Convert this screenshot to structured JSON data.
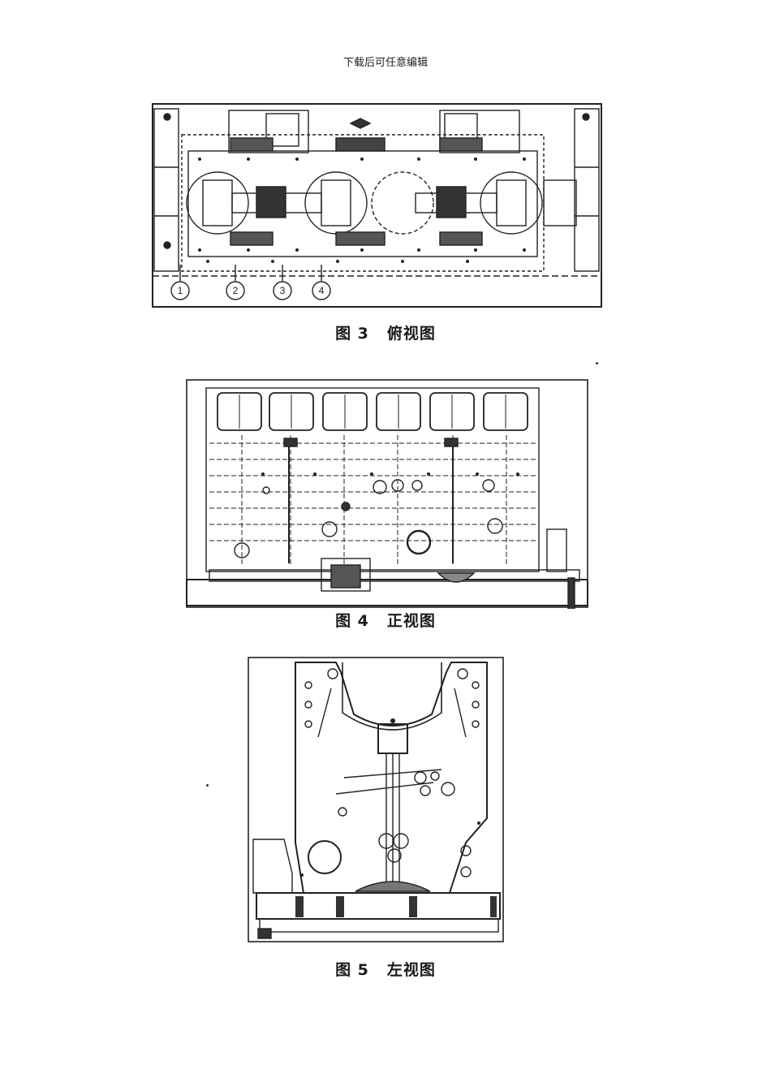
{
  "header": {
    "text": "下载后可任意编辑"
  },
  "figures": [
    {
      "number": "图 3",
      "title": "俯视图",
      "callouts": [
        "1",
        "2",
        "3",
        "4"
      ]
    },
    {
      "number": "图 4",
      "title": "正视图"
    },
    {
      "number": "图 5",
      "title": "左视图"
    }
  ]
}
